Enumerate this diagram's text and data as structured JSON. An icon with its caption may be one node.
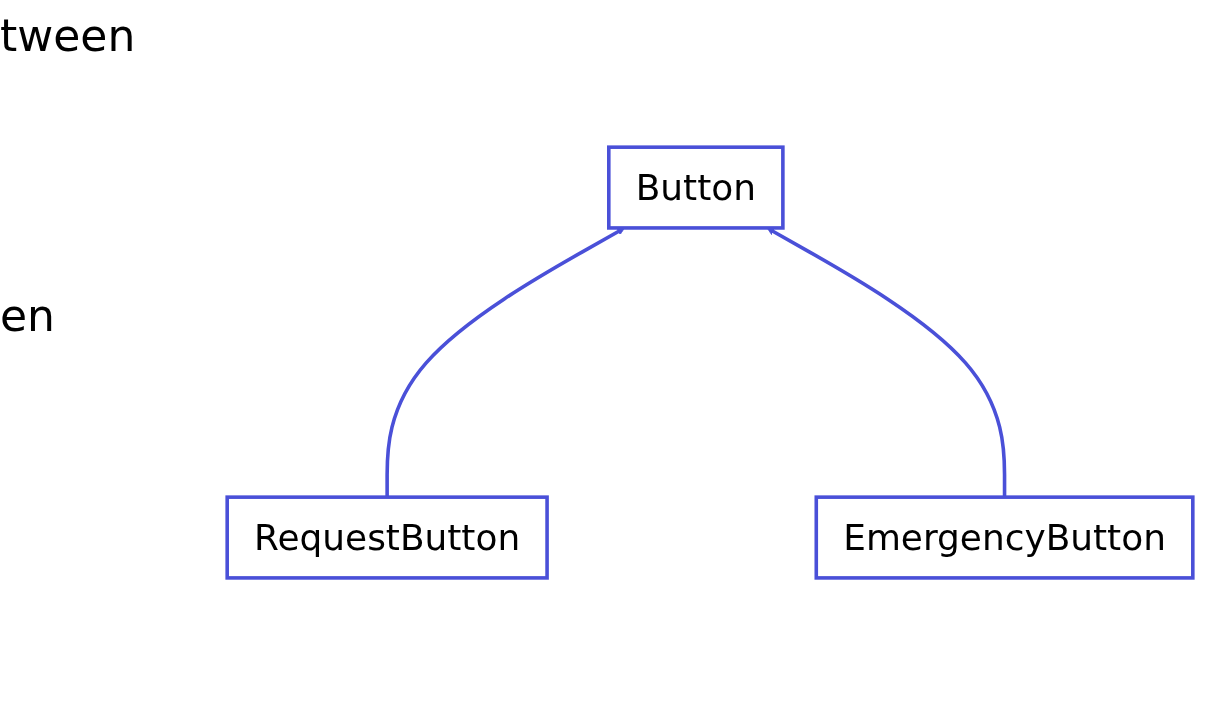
{
  "diagram": {
    "nodes": [
      {
        "text": [
          "Button"
        ]
      },
      {
        "text": [
          "RequestButton"
        ]
      },
      {
        "text": [
          "EmergencyButton"
        ]
      }
    ],
    "edges": [
      {
        "from": 1,
        "to": 0,
        "arrow": "to"
      },
      {
        "from": 2,
        "to": 0,
        "arrow": "to"
      }
    ],
    "labels": [
      "tween",
      "en"
    ]
  }
}
